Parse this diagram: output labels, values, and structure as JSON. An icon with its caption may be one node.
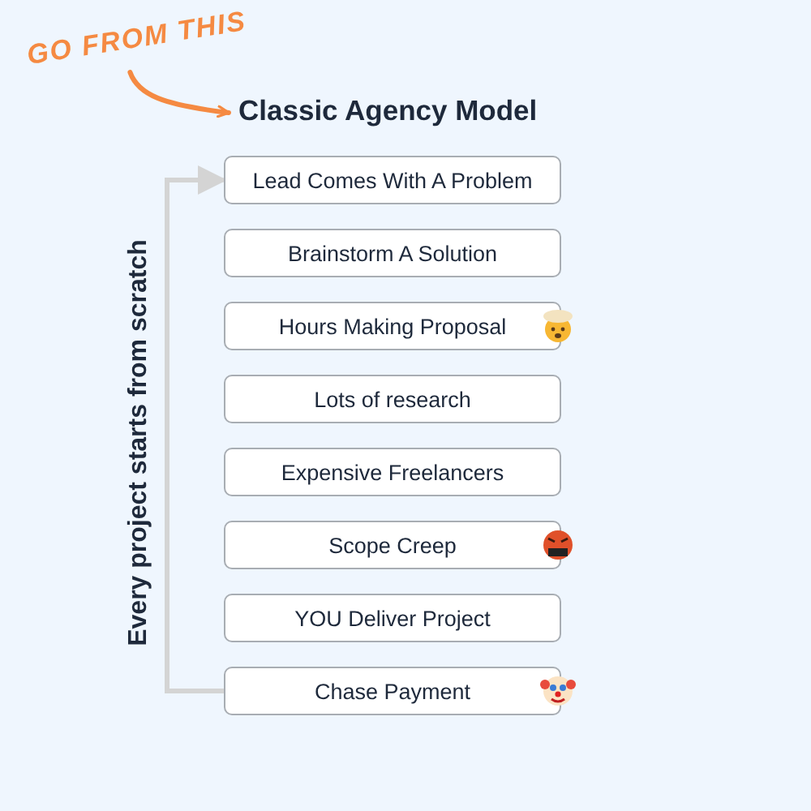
{
  "diagram": {
    "nodes": [
      {
        "text": [
          "Lead Comes With A Problem"
        ]
      },
      {
        "text": [
          "Brainstorm A Solution"
        ]
      },
      {
        "text": [
          "Hours Making Proposal"
        ]
      },
      {
        "text": [
          "Lots of research"
        ]
      },
      {
        "text": [
          "Expensive Freelancers"
        ]
      },
      {
        "text": [
          "Scope Creep"
        ]
      },
      {
        "text": [
          "YOU Deliver Project"
        ]
      },
      {
        "text": [
          "Chase Payment"
        ]
      },
      {
        "text": [
          "GO FROM THIS"
        ]
      },
      {
        "text": [
          "Classic Agency Model"
        ]
      }
    ],
    "edges": [
      {
        "from": 7,
        "to": 0,
        "arrow": "to",
        "label": "Every project starts from scratch",
        "color": "#d4d4d4"
      },
      {
        "from": 8,
        "to": 9,
        "arrow": "to",
        "color": "#f58a42"
      }
    ]
  }
}
